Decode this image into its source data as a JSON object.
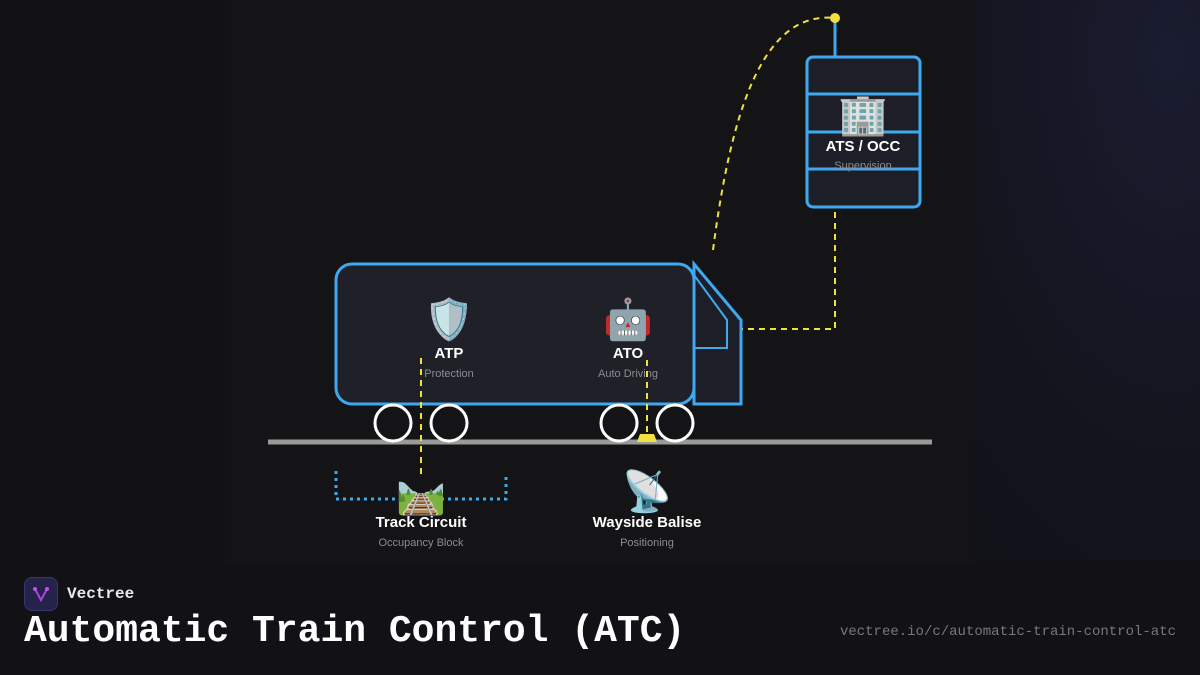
{
  "brand": {
    "name": "Vectree"
  },
  "title": "Automatic Train Control (ATC)",
  "url": "vectree.io/c/automatic-train-control-atc",
  "colors": {
    "accent_blue": "#3ea8f0",
    "link_yellow": "#f0e040",
    "background": "#111116"
  },
  "nodes": {
    "atp": {
      "icon": "shield-icon",
      "emoji": "🛡️",
      "label": "ATP",
      "sub": "Protection"
    },
    "ato": {
      "icon": "robot-icon",
      "emoji": "🤖",
      "label": "ATO",
      "sub": "Auto Driving"
    },
    "ats": {
      "icon": "office-building-icon",
      "emoji": "🏢",
      "label": "ATS / OCC",
      "sub": "Supervision"
    },
    "track": {
      "icon": "railway-track-icon",
      "emoji": "🛤️",
      "label": "Track Circuit",
      "sub": "Occupancy Block"
    },
    "balise": {
      "icon": "satellite-antenna-icon",
      "emoji": "📡",
      "label": "Wayside Balise",
      "sub": "Positioning"
    }
  }
}
